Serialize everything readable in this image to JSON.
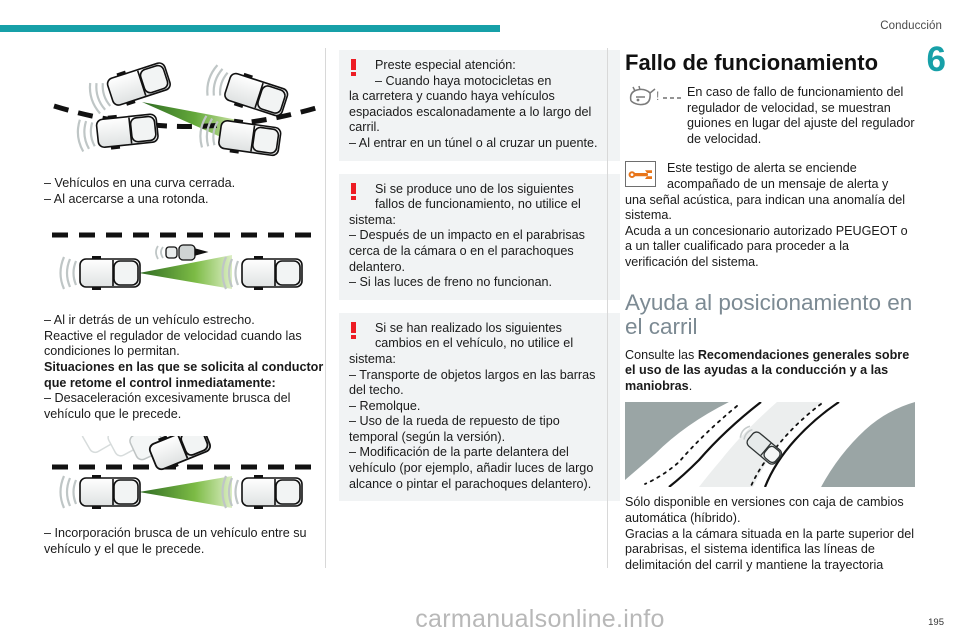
{
  "header": {
    "section_label": "Conducción",
    "chapter_number": "6",
    "rule_color": "#17A0A8"
  },
  "footer": {
    "page_number": "195",
    "watermark": "carmanualsonline.info"
  },
  "column_left": {
    "figure_1_name": "vehiculos-curva-cerrada-figura",
    "bullets_1": [
      "–  Vehículos en una curva cerrada.",
      "–  Al acercarse a una rotonda."
    ],
    "figure_2_name": "vehiculo-estrecho-motocicleta-figura",
    "para_1": "–  Al ir detrás de un vehículo estrecho.",
    "para_2": "Reactive el regulador de velocidad cuando las condiciones lo permitan.",
    "bold_block": "Situaciones en las que se solicita al conductor que retome el control inmediatamente:",
    "para_3": "–  Desaceleración excesivamente brusca del vehículo que le precede.",
    "figure_3_name": "incorporacion-brusca-figura",
    "para_4": "–  Incorporación brusca de un vehículo entre su vehículo y el que le precede."
  },
  "column_middle": {
    "warning_1": {
      "lead": "Preste especial atención:",
      "lead_2": "–  Cuando haya motocicletas en",
      "body": "la carretera y cuando haya vehículos espaciados escalonadamente a lo largo del carril.",
      "body_2": "–  Al entrar en un túnel o al cruzar un puente."
    },
    "warning_2": {
      "lead": "Si se produce uno de los siguientes",
      "lead_2": "fallos de funcionamiento, no utilice el",
      "body": "sistema:",
      "items": [
        "–  Después de un impacto en el parabrisas cerca de la cámara o en el parachoques delantero.",
        "–  Si las luces de freno no funcionan."
      ]
    },
    "warning_3": {
      "lead": "Si se han realizado los siguientes",
      "lead_2": "cambios en el vehículo, no utilice el",
      "body": "sistema:",
      "items": [
        "–  Transporte de objetos largos en las barras del techo.",
        "–  Remolque.",
        "–  Uso de la rueda de repuesto de tipo temporal (según la versión).",
        "–  Modificación de la parte delantera del vehículo (por ejemplo, añadir luces de largo alcance o pintar el parachoques delantero)."
      ]
    }
  },
  "column_right": {
    "title_1": "Fallo de funcionamiento",
    "para_1": "En caso de fallo de funcionamiento del regulador de velocidad, se muestran guiones en lugar del ajuste del regulador de velocidad.",
    "icon_1_name": "regulador-velocidad-fallo-icon",
    "para_2_lead": "Este testigo de alerta se enciende acompañado de un mensaje de alerta y",
    "para_2_body": "una señal acústica, para indican una anomalía del sistema.",
    "para_3": "Acuda a un concesionario autorizado PEUGEOT o a un taller cualificado para proceder a la verificación del sistema.",
    "icon_2_name": "service-wrench-icon",
    "title_2": "Ayuda al posicionamiento en el carril",
    "para_4_normal_a": "Consulte las ",
    "para_4_bold": "Recomendaciones generales sobre el uso de las ayudas a la conducción y a las maniobras",
    "para_4_normal_b": ".",
    "figure_name": "ayuda-posicionamiento-carril-figura",
    "para_5": "Sólo disponible en versiones con caja de cambios automática (híbrido).",
    "para_6": "Gracias a la cámara situada en la parte superior del parabrisas, el sistema identifica las líneas de delimitación del carril y mantiene la trayectoria"
  },
  "colors": {
    "teal": "#17A0A8",
    "grey_heading": "#7C8A93",
    "warning_red": "#ED1C24",
    "box_bg": "#f1f3f4",
    "orange": "#E8751A",
    "road_grey": "#9aa5a5"
  }
}
